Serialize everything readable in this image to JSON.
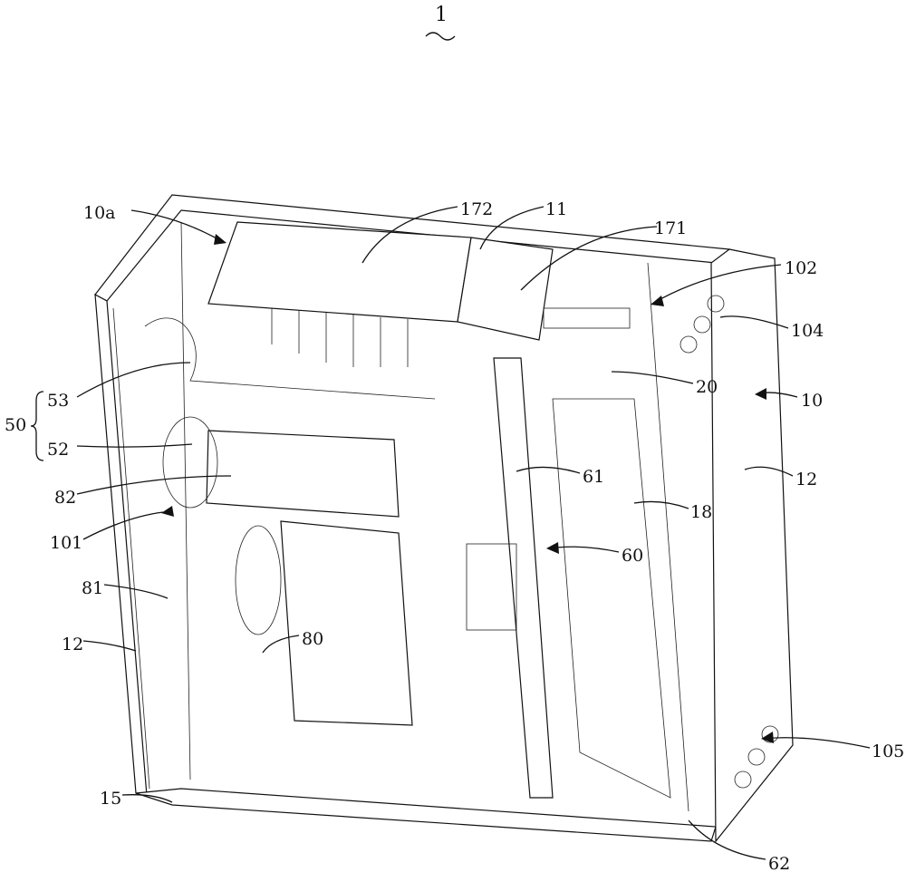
{
  "figure": {
    "ref_main": "1",
    "labels": {
      "l10a": "10a",
      "l172": "172",
      "l11": "11",
      "l171": "171",
      "l102": "102",
      "l104": "104",
      "l20": "20",
      "l10": "10",
      "l53": "53",
      "l50": "50",
      "l52": "52",
      "l12r": "12",
      "l61": "61",
      "l82": "82",
      "l18": "18",
      "l101": "101",
      "l60": "60",
      "l81": "81",
      "l12l": "12",
      "l80": "80",
      "l105": "105",
      "l15": "15",
      "l62": "62"
    }
  }
}
